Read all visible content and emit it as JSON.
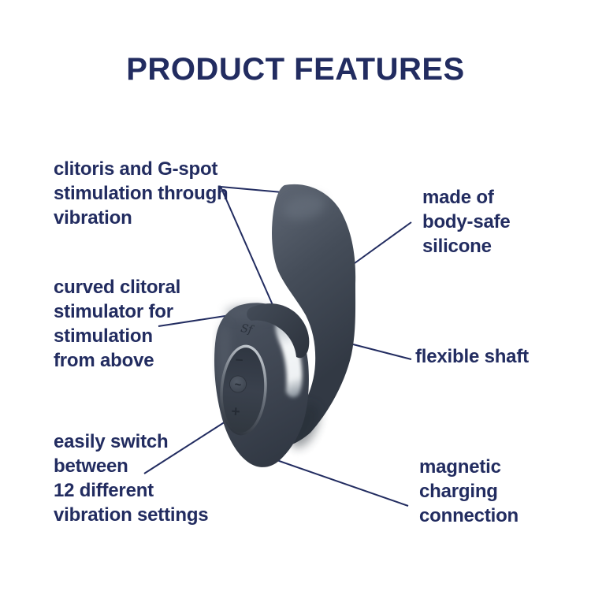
{
  "title": "PRODUCT FEATURES",
  "colors": {
    "accent_navy": "#222c60",
    "background": "#ffffff",
    "product_body": "#3e4653",
    "product_shadow": "#2e3540",
    "product_highlight": "#5d6572",
    "panel_rim_silver": "#c9cfd5"
  },
  "features": [
    {
      "label": "clitoris and G-spot\nstimulation through\nvibration"
    },
    {
      "label": "curved clitoral\nstimulator for\nstimulation\nfrom above"
    },
    {
      "label": "easily switch\nbetween\n12 different\nvibration settings"
    },
    {
      "label": "made of\nbody-safe\nsilicone"
    },
    {
      "label": "flexible shaft"
    },
    {
      "label": "magnetic\ncharging\nconnection"
    }
  ],
  "product": {
    "brand_logo": "Sf",
    "buttons": {
      "decrease": "−",
      "pattern": "~",
      "increase": "+"
    }
  }
}
